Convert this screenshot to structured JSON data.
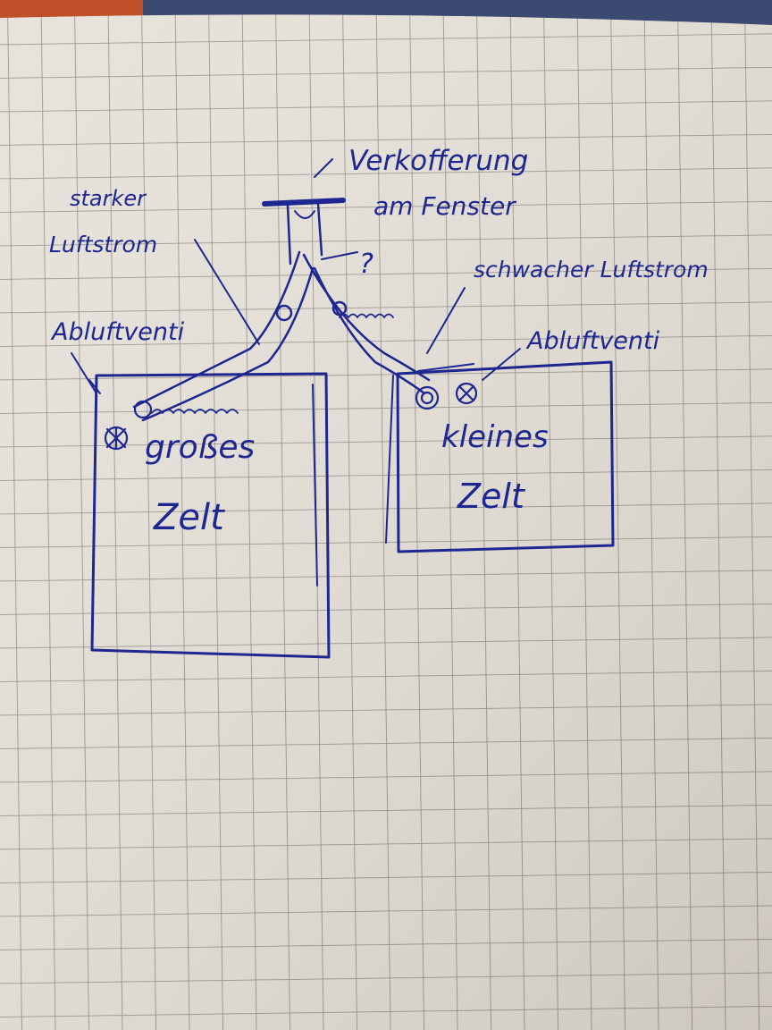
{
  "colors": {
    "paper": "#e6e2da",
    "grid": "#8d8880",
    "ink": "#1e2690"
  },
  "labels": {
    "window_box_line1": "Verkofferung",
    "window_box_line2": "am Fenster",
    "strong_airflow_line1": "starker",
    "strong_airflow_line2": "Luftstrom",
    "question_mark": "?",
    "weak_airflow": "schwacher Luftstrom",
    "exhaust_fan_left": "Abluftventi",
    "exhaust_fan_right": "Abluftventi",
    "big_tent_line1": "großes",
    "big_tent_line2": "Zelt",
    "small_tent_line1": "kleines",
    "small_tent_line2": "Zelt"
  }
}
